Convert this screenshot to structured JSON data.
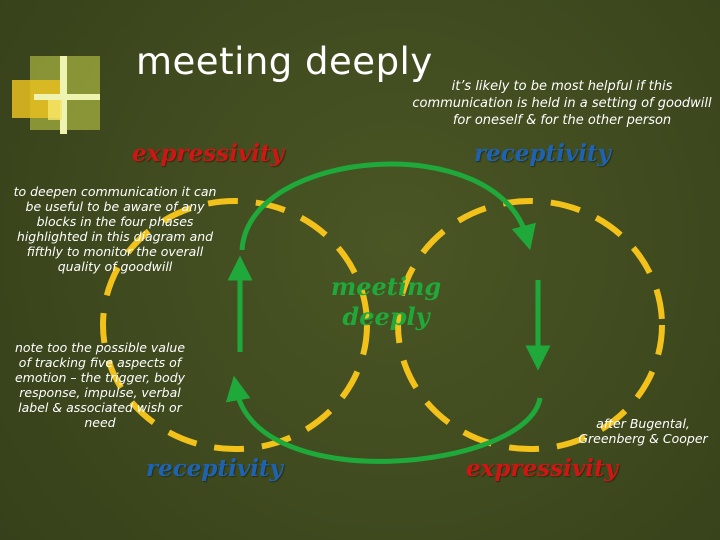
{
  "slide": {
    "title": "meeting deeply",
    "subtitle": "it’s likely to be most helpful if this communication is held in a setting of goodwill for oneself & for the other person"
  },
  "diagram": {
    "top_left_label": "expressivity",
    "top_right_label": "receptivity",
    "bottom_left_label": "receptivity",
    "bottom_right_label": "expressivity",
    "center_label_line1": "meeting",
    "center_label_line2": "deeply"
  },
  "notes": {
    "note1": "to deepen communication it can be useful to be aware of any blocks in the four phases highlighted in this diagram and fifthly to monitor the overall quality of goodwill",
    "note2": "note too the possible value of tracking five aspects of emotion – the trigger, body response, impulse, verbal label & associated wish or need",
    "credit": "after Bugental, Greenberg & Cooper"
  },
  "colors": {
    "background": "#3f4a1f",
    "loop_dashed": "#f2c21b",
    "arrow_green": "#1fa93a",
    "expressivity_red": "#d11414",
    "receptivity_blue": "#1e63b3"
  }
}
